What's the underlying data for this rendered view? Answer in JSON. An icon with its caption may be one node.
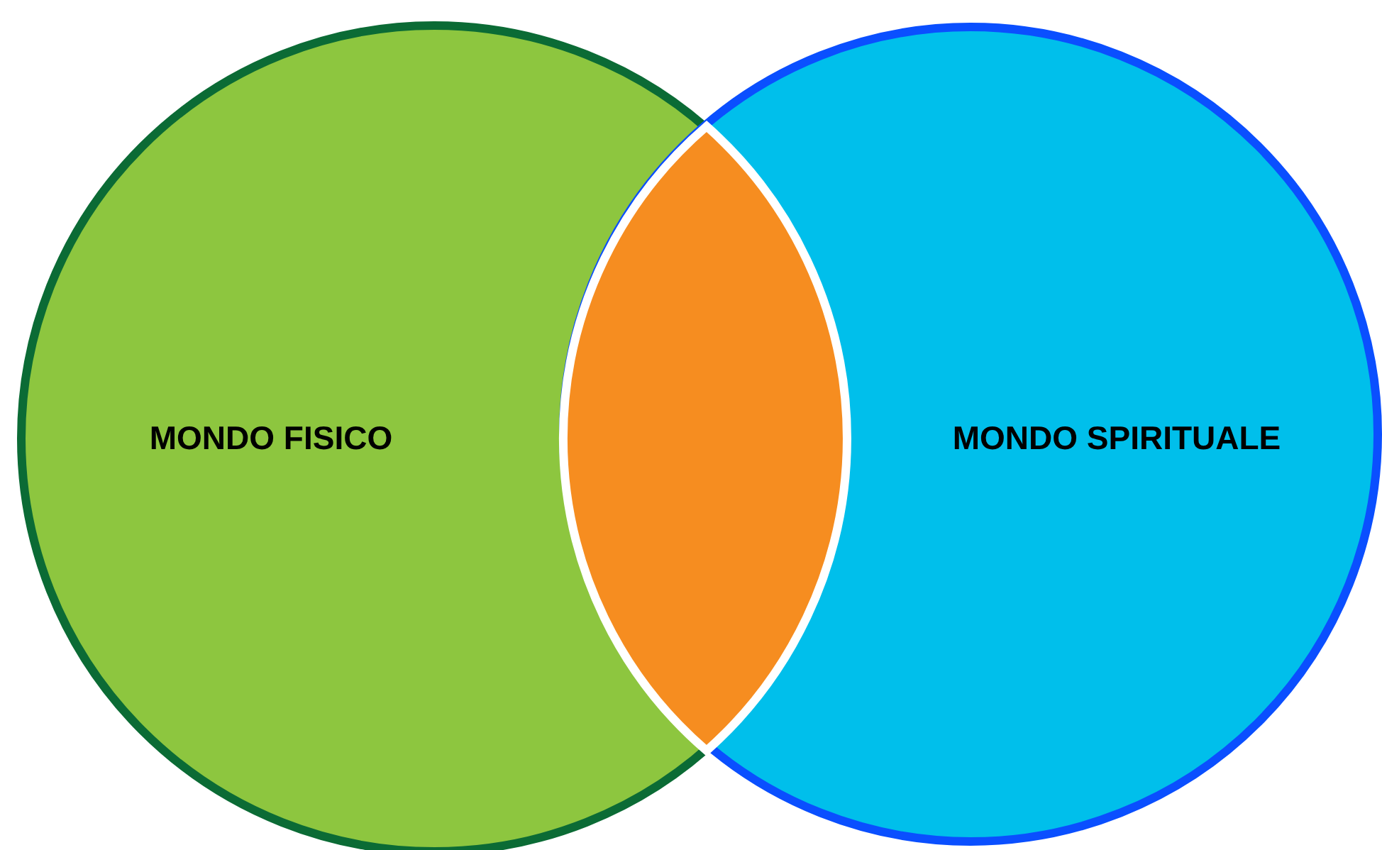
{
  "diagram": {
    "nodes": [
      {
        "text": [
          "MONDO FISICO"
        ]
      },
      {
        "text": [
          "MONDO SPIRITUALE"
        ]
      },
      {
        "text": [],
        "shape": "lens"
      }
    ]
  }
}
